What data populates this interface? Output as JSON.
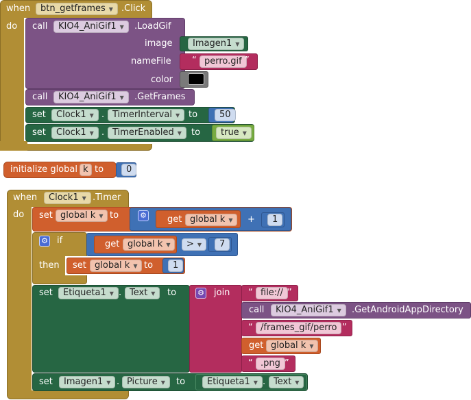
{
  "colors": {
    "event": "#b18e35",
    "procedure": "#7c5385",
    "setter": "#266643",
    "variable": "#d05f2d",
    "math": "#3f71b5",
    "text": "#b32d5e",
    "logic": "#77ab41",
    "control": "#b18e35"
  },
  "block1": {
    "when": "when",
    "component": "btn_getframes",
    "event": ".Click",
    "do": "do",
    "call1": {
      "call": "call",
      "component": "KIO4_AniGif1",
      "method": ".LoadGif",
      "image_label": "image",
      "image_value": "Imagen1",
      "namefile_label": "nameFile",
      "namefile_value": "perro.gif",
      "color_label": "color"
    },
    "call2": {
      "call": "call",
      "component": "KIO4_AniGif1",
      "method": ".GetFrames"
    },
    "set1": {
      "set": "set",
      "component": "Clock1",
      "dot": ".",
      "property": "TimerInterval",
      "to": "to",
      "value": "50"
    },
    "set2": {
      "set": "set",
      "component": "Clock1",
      "dot": ".",
      "property": "TimerEnabled",
      "to": "to",
      "value": "true"
    }
  },
  "block2": {
    "label": "initialize global",
    "name": "k",
    "to": "to",
    "value": "0"
  },
  "block3": {
    "when": "when",
    "component": "Clock1",
    "event": ".Timer",
    "do": "do",
    "set_k": {
      "set": "set",
      "var": "global k",
      "to": "to",
      "get": "get",
      "get_var": "global k",
      "op": "+",
      "value": "1"
    },
    "if_block": {
      "if": "if",
      "then": "then",
      "get": "get",
      "get_var": "global k",
      "op": ">",
      "value": "7",
      "set": "set",
      "set_var": "global k",
      "to": "to",
      "set_value": "1"
    },
    "set_label": {
      "set": "set",
      "component": "Etiqueta1",
      "dot": ".",
      "property": "Text",
      "to": "to",
      "join": "join",
      "item1": "file://",
      "call": "call",
      "call_component": "KIO4_AniGif1",
      "call_method": ".GetAndroidAppDirectory",
      "item3": "/frames_gif/perro",
      "get": "get",
      "get_var": "global k",
      "item5": ".png"
    },
    "set_image": {
      "set": "set",
      "component": "Imagen1",
      "dot": ".",
      "property": "Picture",
      "to": "to",
      "value_component": "Etiqueta1",
      "value_dot": ".",
      "value_property": "Text"
    }
  },
  "dropdown_arrow": "▼",
  "quote_open": "“",
  "quote_close": "”"
}
